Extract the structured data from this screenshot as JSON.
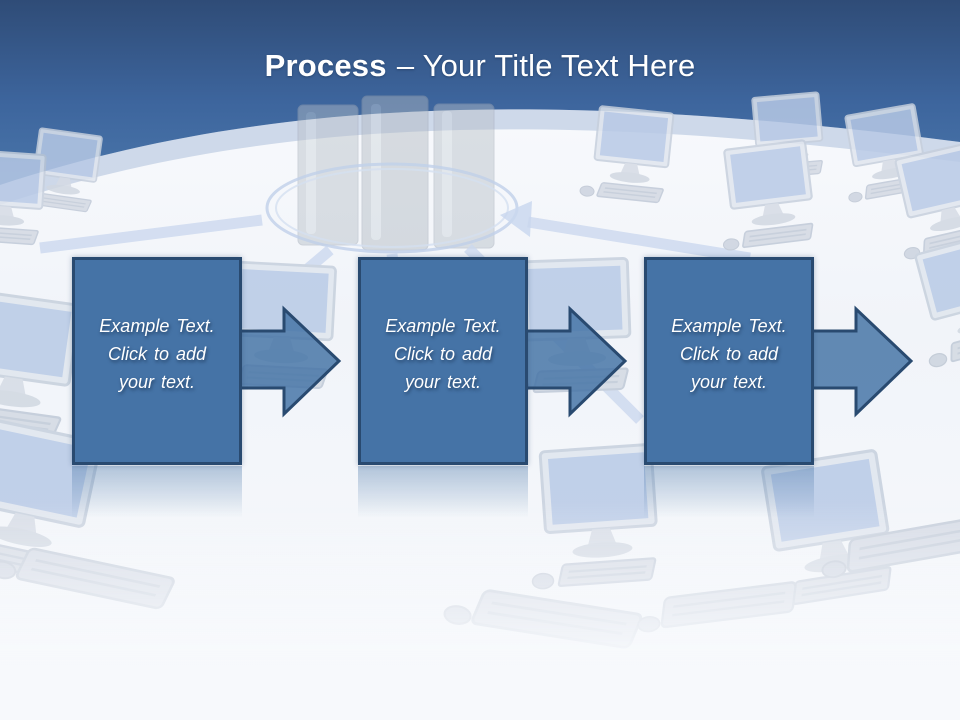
{
  "title": {
    "emphasis": "Process",
    "rest": "– Your Title Text Here"
  },
  "steps": [
    {
      "lines": [
        "Example Text.",
        "Click to add",
        "your text."
      ]
    },
    {
      "lines": [
        "Example Text.",
        "Click to add",
        "your text."
      ]
    },
    {
      "lines": [
        "Example Text.",
        "Click to add",
        "your text."
      ]
    }
  ],
  "background": {
    "scene": "faded photo of a computer network: central server towers on a round pedestal linked by light-blue arrows to desktop workstations on a white surface"
  },
  "colors": {
    "header-top": "#2f4c77",
    "header-mid": "#3d659d",
    "header-bottom": "#4a76aa",
    "box-fill": "#4573a6",
    "box-border": "#294a70",
    "title-color": "#ffffff",
    "faded-blue": "#b7c9e6",
    "faded-gray": "#d5dbe4"
  }
}
